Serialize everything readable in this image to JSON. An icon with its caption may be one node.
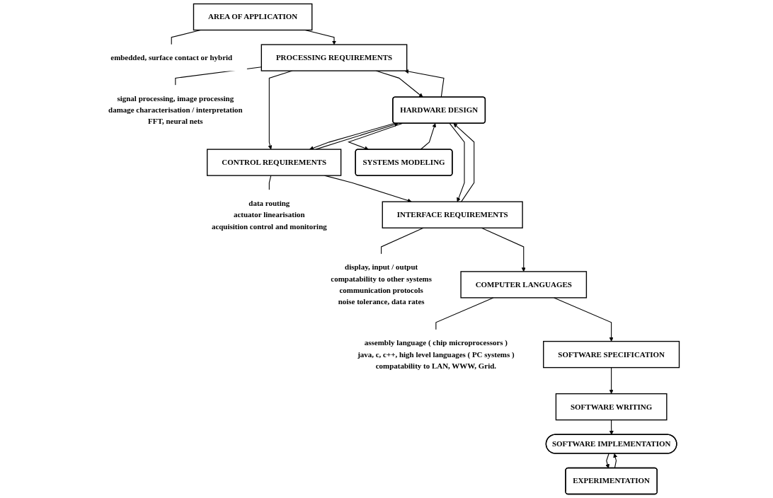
{
  "diagram": {
    "nodes": [
      {
        "text": [
          "AREA OF APPLICATION"
        ]
      },
      {
        "text": [
          "embedded, surface contact or hybrid"
        ]
      },
      {
        "text": [
          "PROCESSING REQUIREMENTS"
        ]
      },
      {
        "text": [
          "signal processing, image processing",
          "damage characterisation / interpretation",
          "FFT, neural nets"
        ]
      },
      {
        "text": [
          "CONTROL REQUIREMENTS"
        ]
      },
      {
        "text": [
          "data routing",
          "actuator linearisation",
          "acquisition control and monitoring"
        ]
      },
      {
        "text": [
          "HARDWARE DESIGN"
        ]
      },
      {
        "text": [
          "INTERFACE REQUIREMENTS"
        ]
      },
      {
        "text": [
          "display, input / output",
          "compatability to other systems",
          "communication protocols",
          "noise tolerance, data rates"
        ]
      },
      {
        "text": [
          "SYSTEMS MODELING"
        ]
      },
      {
        "text": [
          "COMPUTER LANGUAGES"
        ]
      },
      {
        "text": [
          "assembly language ( chip microprocessors )",
          "java, c, c++, high level languages ( PC systems )",
          "compatability to LAN, WWW, Grid."
        ]
      },
      {
        "text": [
          "SOFTWARE SPECIFICATION"
        ]
      },
      {
        "text": [
          "SOFTWARE WRITING"
        ]
      },
      {
        "text": [
          "EXPERIMENTATION"
        ]
      },
      {
        "text": [
          "SOFTWARE IMPLEMENTATION"
        ]
      }
    ],
    "edges": [
      {
        "from": 0,
        "to": 2,
        "arrow": "to"
      },
      {
        "from": 0,
        "to": 1,
        "arrow": "none"
      },
      {
        "from": 6,
        "to": 2,
        "arrow": "to"
      },
      {
        "from": 2,
        "to": 6,
        "arrow": "to"
      },
      {
        "from": 2,
        "to": 3,
        "arrow": "none"
      },
      {
        "from": 2,
        "to": 4,
        "arrow": "to"
      },
      {
        "from": 6,
        "to": 4,
        "arrow": "to"
      },
      {
        "from": 4,
        "to": 6,
        "arrow": "to"
      },
      {
        "from": 4,
        "to": 5,
        "arrow": "none"
      },
      {
        "from": 4,
        "to": 7,
        "arrow": "to"
      },
      {
        "from": 6,
        "to": 7,
        "arrow": "to"
      },
      {
        "from": 7,
        "to": 6,
        "arrow": "to"
      },
      {
        "from": 7,
        "to": 8,
        "arrow": "none"
      },
      {
        "from": 6,
        "to": 9,
        "arrow": "to"
      },
      {
        "from": 9,
        "to": 6,
        "arrow": "to"
      },
      {
        "from": 7,
        "to": 10,
        "arrow": "to"
      },
      {
        "from": 10,
        "to": 11,
        "arrow": "none"
      },
      {
        "from": 10,
        "to": 12,
        "arrow": "to"
      },
      {
        "from": 12,
        "to": 13,
        "arrow": "to"
      },
      {
        "from": 13,
        "to": 15,
        "arrow": "to"
      },
      {
        "from": 14,
        "to": 15,
        "arrow": "to"
      },
      {
        "from": 15,
        "to": 14,
        "arrow": "to"
      }
    ]
  }
}
